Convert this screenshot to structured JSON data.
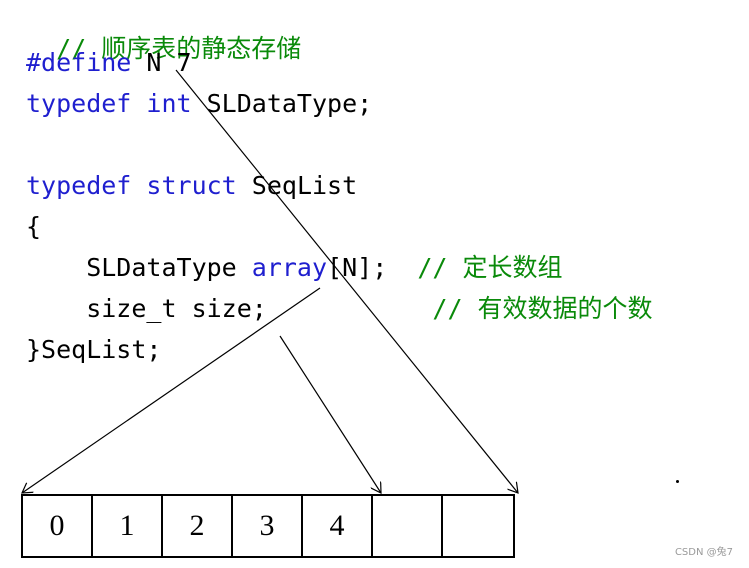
{
  "code": {
    "comment_title": "// 顺序表的静态存储",
    "define_kw": "#define",
    "define_rest": " N 7",
    "typedef_kw": "typedef",
    "int_kw": "int",
    "typedef_rest": " SLDataType;",
    "struct_typedef_kw": "typedef",
    "struct_kw": "struct",
    "struct_name": " SeqList",
    "open_brace": "{",
    "member1_type": "    SLDataType ",
    "member1_name_kw": "array",
    "member1_rest": "[N];  ",
    "member1_comment": "// 定长数组",
    "member2_decl": "    size_t size;           ",
    "member2_comment": "// 有效数据的个数",
    "close_line": "}SeqList;"
  },
  "array": {
    "cells": [
      "0",
      "1",
      "2",
      "3",
      "4",
      "",
      ""
    ]
  },
  "watermark": "CSDN @兔7",
  "colors": {
    "keyword": "#1f1fcf",
    "comment": "#0a8a0a",
    "text": "#000000"
  }
}
